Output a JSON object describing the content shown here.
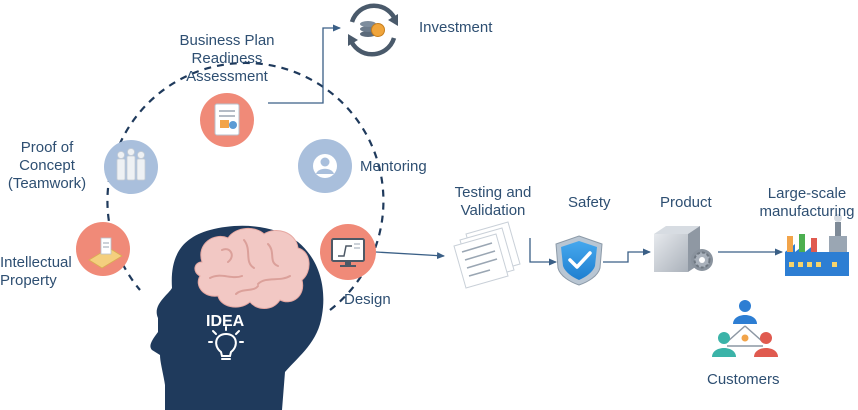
{
  "nodes": {
    "investment": "Investment",
    "business_plan": "Business Plan\nReadiness\nAssessment",
    "proof_of_concept": "Proof of\nConcept\n(Teamwork)",
    "mentoring": "Mentoring",
    "intellectual_property": "Intellectual\nProperty",
    "design": "Design",
    "idea": "IDEA",
    "testing_validation": "Testing and\nValidation",
    "safety": "Safety",
    "product": "Product",
    "manufacturing": "Large-scale\nmanufacturing",
    "customers": "Customers"
  },
  "colors": {
    "salmon": "#f08a78",
    "lavender": "#a9bfdc",
    "head": "#1f3a5c",
    "text": "#2e4f72",
    "arrow": "#3a5f86",
    "shield": "#2a8fd8"
  },
  "icons": {
    "investment": "coin-cycle-icon",
    "business_plan": "document-icon",
    "mentoring": "person-icon",
    "proof_of_concept": "team-icon",
    "intellectual_property": "patent-icon",
    "design": "monitor-icon",
    "idea": "lightbulb-icon",
    "brain": "brain-icon",
    "testing_validation": "documents-icon",
    "safety": "shield-check-icon",
    "product": "server-gear-icon",
    "manufacturing": "factory-icon",
    "customers": "network-people-icon"
  }
}
